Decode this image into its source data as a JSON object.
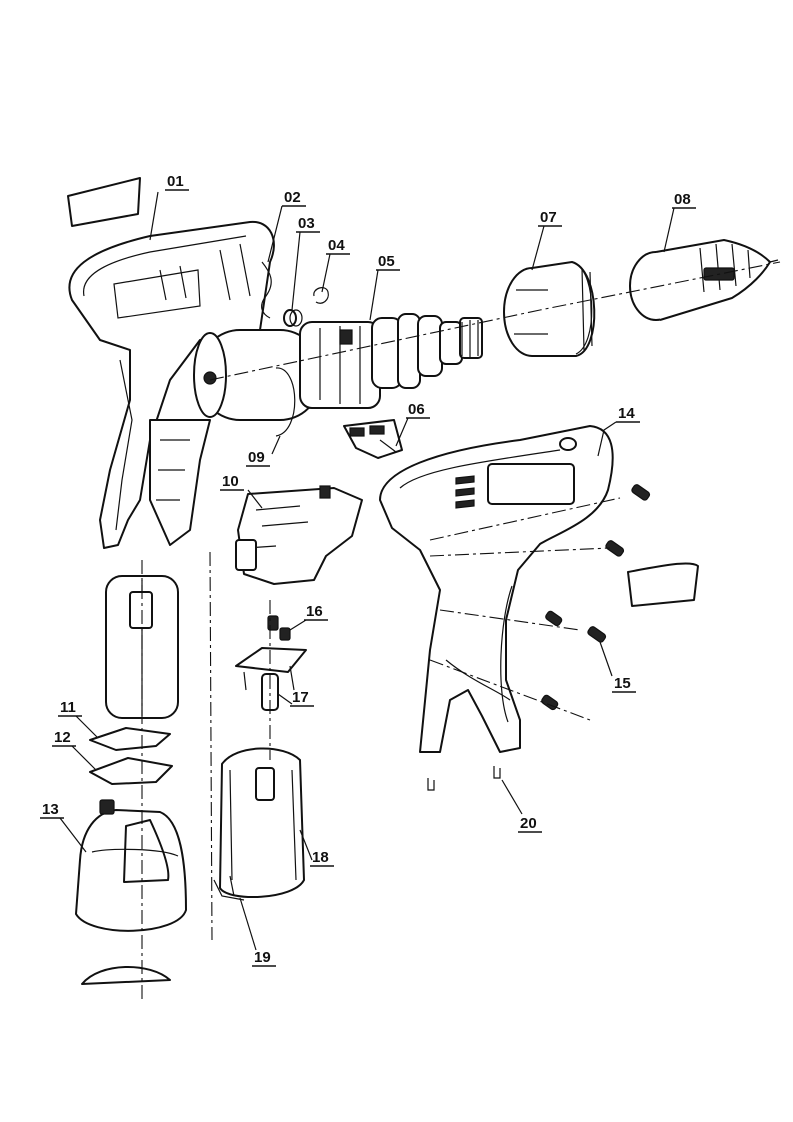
{
  "labels": [
    {
      "id": "01",
      "text": "01"
    },
    {
      "id": "02",
      "text": "02"
    },
    {
      "id": "03",
      "text": "03"
    },
    {
      "id": "04",
      "text": "04"
    },
    {
      "id": "05",
      "text": "05"
    },
    {
      "id": "06",
      "text": "06"
    },
    {
      "id": "07",
      "text": "07"
    },
    {
      "id": "08",
      "text": "08"
    },
    {
      "id": "09",
      "text": "09"
    },
    {
      "id": "10",
      "text": "10"
    },
    {
      "id": "11",
      "text": "11"
    },
    {
      "id": "12",
      "text": "12"
    },
    {
      "id": "13",
      "text": "13"
    },
    {
      "id": "14",
      "text": "14"
    },
    {
      "id": "15",
      "text": "15"
    },
    {
      "id": "16",
      "text": "16"
    },
    {
      "id": "17",
      "text": "17"
    },
    {
      "id": "18",
      "text": "18"
    },
    {
      "id": "19",
      "text": "19"
    },
    {
      "id": "20",
      "text": "20"
    }
  ]
}
